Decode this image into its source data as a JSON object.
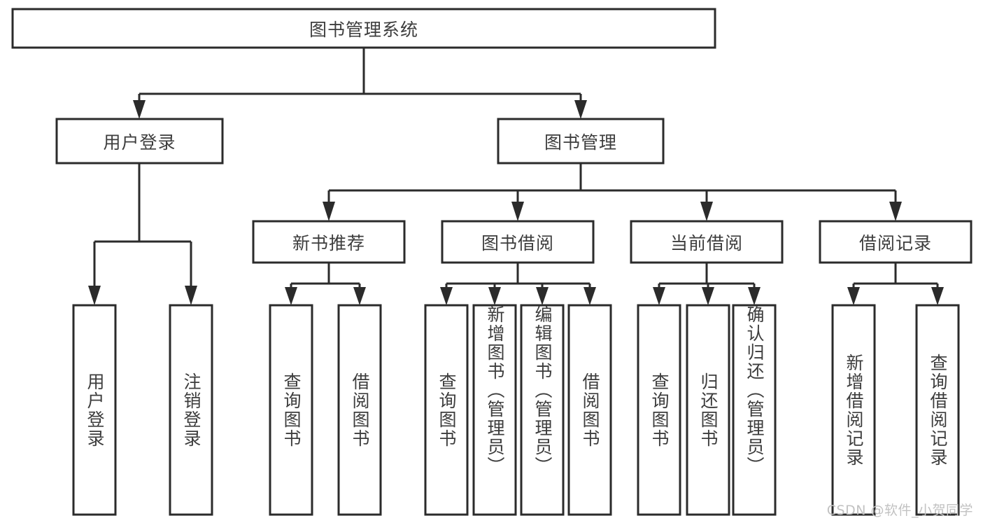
{
  "diagram": {
    "title": "图书管理系统",
    "type": "hierarchy-tree",
    "colors": {
      "box_stroke": "#2b2b2b",
      "box_fill": "#ffffff",
      "text": "#3d3d3d",
      "background": "#ffffff",
      "watermark": "#c2c2c2"
    },
    "root": {
      "label": "图书管理系统"
    },
    "level2": [
      {
        "label": "用户登录"
      },
      {
        "label": "图书管理"
      }
    ],
    "level3": [
      {
        "label": "新书推荐"
      },
      {
        "label": "图书借阅"
      },
      {
        "label": "当前借阅"
      },
      {
        "label": "借阅记录"
      }
    ],
    "leaves_user_login": [
      {
        "label": "用户登录"
      },
      {
        "label": "注销登录"
      }
    ],
    "leaves_new_book": [
      {
        "label": "查询图书"
      },
      {
        "label": "借阅图书"
      }
    ],
    "leaves_borrow": [
      {
        "label": "查询图书"
      },
      {
        "label": "新增图书（管理员）"
      },
      {
        "label": "编辑图书（管理员）"
      },
      {
        "label": "借阅图书"
      }
    ],
    "leaves_current": [
      {
        "label": "查询图书"
      },
      {
        "label": "归还图书"
      },
      {
        "label": "确认归还（管理员）"
      }
    ],
    "leaves_records": [
      {
        "label": "新增借阅记录"
      },
      {
        "label": "查询借阅记录"
      }
    ],
    "watermark": "CSDN @软件_小贺同学"
  }
}
